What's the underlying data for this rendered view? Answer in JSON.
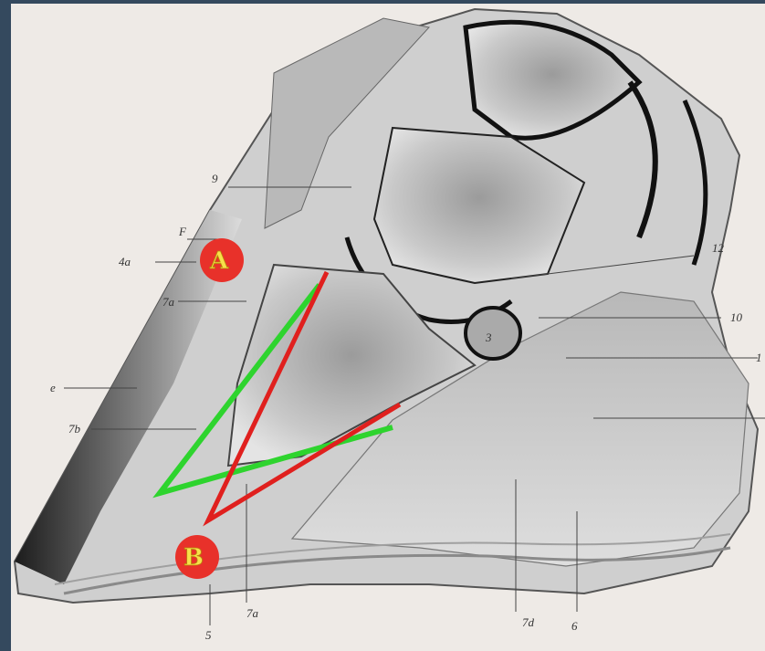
{
  "figure": {
    "labels": [
      "9",
      "F",
      "4a",
      "7a",
      "e",
      "7b",
      "12",
      "10",
      "1",
      "7a",
      "5",
      "7d",
      "6"
    ],
    "markers": [
      "A",
      "B"
    ],
    "colors": {
      "background": "#34495e",
      "paper": "#eeeae6",
      "red_line": "#e0201e",
      "green_line": "#2ed42e",
      "marker_fill": "#e8312a",
      "marker_text": "#f7e04a"
    }
  }
}
